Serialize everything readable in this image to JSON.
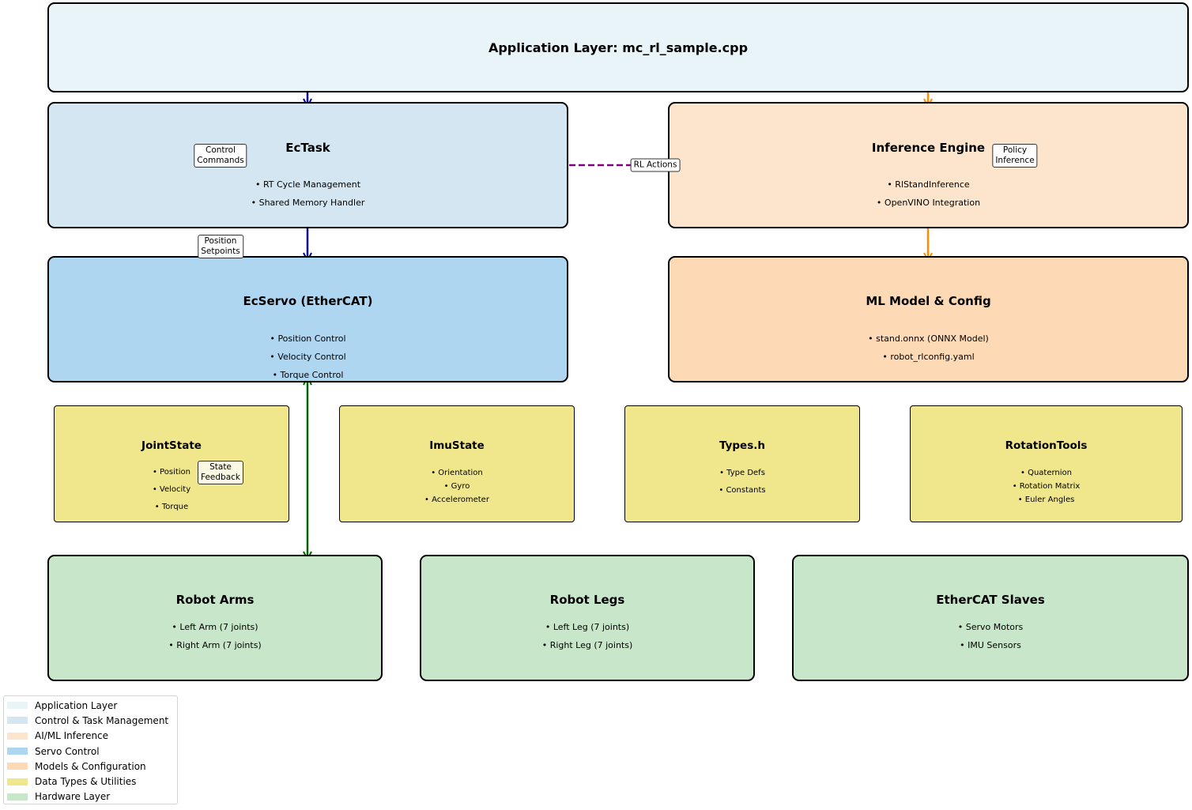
{
  "colors": {
    "app": "#e8f4f8",
    "control": "#d4e6f1",
    "ai": "#fde5cd",
    "servo": "#aed6f1",
    "models": "#fdd9b6",
    "data": "#f0e68c",
    "hardware": "#c8e6c9",
    "arrow_blue": "#00008b",
    "arrow_orange": "#ff8c00",
    "arrow_purple": "#800080",
    "arrow_green": "#006400"
  },
  "boxes": {
    "app": {
      "title": "Application Layer: mc_rl_sample.cpp",
      "items": []
    },
    "ectask": {
      "title": "EcTask",
      "items": [
        "• RT Cycle Management",
        "• Shared Memory Handler"
      ]
    },
    "inference": {
      "title": "Inference Engine",
      "items": [
        "• RlStandInference",
        "• OpenVINO Integration"
      ]
    },
    "ecservo": {
      "title": "EcServo (EtherCAT)",
      "items": [
        "• Position Control",
        "• Velocity Control",
        "• Torque Control"
      ]
    },
    "model": {
      "title": "ML Model & Config",
      "items": [
        "• stand.onnx (ONNX Model)",
        "• robot_rlconfig.yaml"
      ]
    },
    "jointstate": {
      "title": "JointState",
      "items": [
        "• Position",
        "• Velocity",
        "• Torque"
      ]
    },
    "imustate": {
      "title": "ImuState",
      "items": [
        "• Orientation",
        "• Gyro",
        "• Accelerometer"
      ]
    },
    "types": {
      "title": "Types.h",
      "items": [
        "• Type Defs",
        "• Constants"
      ]
    },
    "rotation": {
      "title": "RotationTools",
      "items": [
        "• Quaternion",
        "• Rotation Matrix",
        "• Euler Angles"
      ]
    },
    "arms": {
      "title": "Robot Arms",
      "items": [
        "• Left Arm (7 joints)",
        "• Right Arm (7 joints)"
      ]
    },
    "legs": {
      "title": "Robot Legs",
      "items": [
        "• Left Leg (7 joints)",
        "• Right Leg (7 joints)"
      ]
    },
    "slaves": {
      "title": "EtherCAT Slaves",
      "items": [
        "• Servo Motors",
        "• IMU Sensors"
      ]
    }
  },
  "labels": {
    "control_commands": [
      "Control",
      "Commands"
    ],
    "policy_inference": [
      "Policy",
      "Inference"
    ],
    "rl_actions": [
      "RL Actions"
    ],
    "position_setpoints": [
      "Position",
      "Setpoints"
    ],
    "state_feedback": [
      "State",
      "Feedback"
    ]
  },
  "legend": [
    {
      "label": "Application Layer",
      "color": "#e8f4f8"
    },
    {
      "label": "Control & Task Management",
      "color": "#d4e6f1"
    },
    {
      "label": "AI/ML Inference",
      "color": "#fde5cd"
    },
    {
      "label": "Servo Control",
      "color": "#aed6f1"
    },
    {
      "label": "Models & Configuration",
      "color": "#fdd9b6"
    },
    {
      "label": "Data Types & Utilities",
      "color": "#f0e68c"
    },
    {
      "label": "Hardware Layer",
      "color": "#c8e6c9"
    }
  ]
}
